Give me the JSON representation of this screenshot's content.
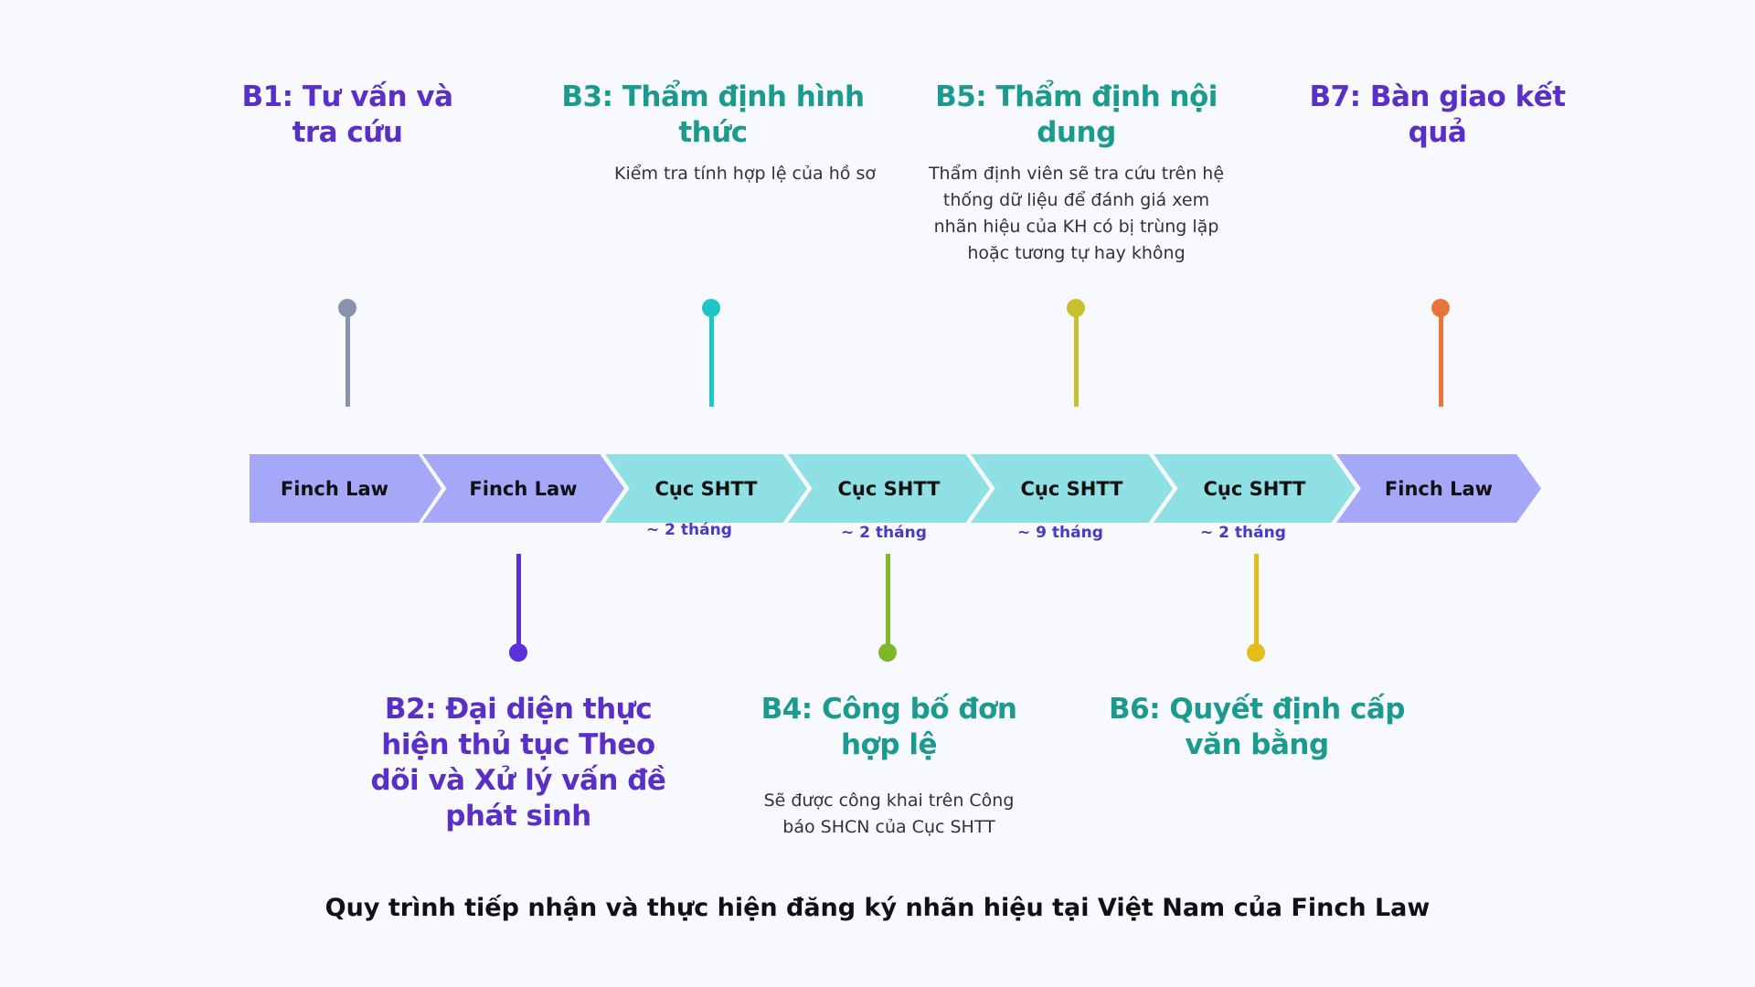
{
  "colors": {
    "background": "#f8f9fe",
    "purple_title": "#5a2fc8",
    "teal_title": "#1b9a90",
    "finch_chevron": "#a5a8f9",
    "shtt_chevron": "#8fe0e4",
    "duration_text": "#4a3ac2"
  },
  "steps": [
    {
      "title": "B1: Tư vấn và tra cứu",
      "description": "",
      "pin_color": "#8a92ab",
      "title_color": "#5a2fc8"
    },
    {
      "title": "B2: Đại diện thực hiện thủ tục Theo dõi và Xử lý vấn đề phát sinh",
      "description": "",
      "pin_color": "#5a2fdc",
      "title_color": "#5a2fc8"
    },
    {
      "title": "B3: Thẩm định hình thức",
      "description": "Kiểm tra tính hợp lệ của hồ sơ",
      "pin_color": "#1ec6c8",
      "title_color": "#1b9a90"
    },
    {
      "title": "B4: Công bố đơn hợp lệ",
      "description": "Sẽ được công khai trên Công báo SHCN của Cục SHTT",
      "pin_color": "#7cb82a",
      "title_color": "#1b9a90"
    },
    {
      "title": "B5: Thẩm định nội dung",
      "description": "Thẩm định viên sẽ tra cứu trên hệ thống dữ liệu để đánh giá xem nhãn hiệu của KH có bị trùng lặp hoặc tương tự hay không",
      "pin_color": "#c9c030",
      "title_color": "#1b9a90"
    },
    {
      "title": "B6: Quyết định cấp văn bằng",
      "description": "",
      "pin_color": "#e2bd1c",
      "title_color": "#1b9a90"
    },
    {
      "title": "B7: Bàn giao kết quả",
      "description": "",
      "pin_color": "#e8763a",
      "title_color": "#5a2fc8"
    }
  ],
  "chevrons": [
    {
      "label": "Finch Law",
      "color": "#a5a8f9",
      "duration": ""
    },
    {
      "label": "Finch Law",
      "color": "#a5a8f9",
      "duration": ""
    },
    {
      "label": "Cục SHTT",
      "color": "#8fe0e4",
      "duration": "~ 2 tháng"
    },
    {
      "label": "Cục SHTT",
      "color": "#8fe0e4",
      "duration": "~ 2 tháng"
    },
    {
      "label": "Cục SHTT",
      "color": "#8fe0e4",
      "duration": "~ 9 tháng"
    },
    {
      "label": "Cục SHTT",
      "color": "#8fe0e4",
      "duration": "~ 2 tháng"
    },
    {
      "label": "Finch Law",
      "color": "#a5a8f9",
      "duration": ""
    }
  ],
  "footer": "Quy trình tiếp nhận và thực hiện đăng ký nhãn hiệu tại Việt Nam của Finch Law"
}
